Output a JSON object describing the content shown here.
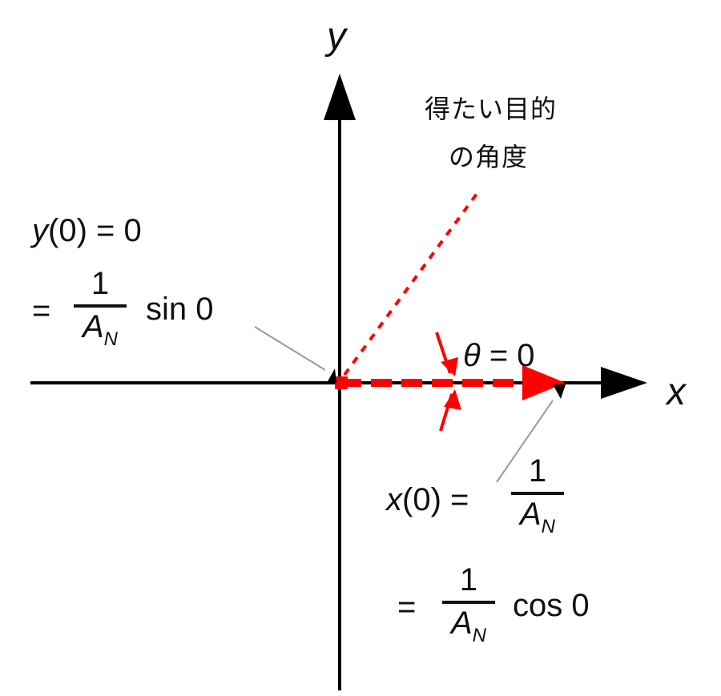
{
  "axes": {
    "x_label": "x",
    "y_label": "y"
  },
  "target_angle_label": {
    "line1": "得たい目的",
    "line2": "の角度"
  },
  "theta_label": "θ = 0",
  "y_value": {
    "line1": "y(0) = 0",
    "equals": "=",
    "numerator": "1",
    "denominator": "A",
    "denominator_sub": "N",
    "func": "sin 0"
  },
  "x_value": {
    "lhs": "x(0) =",
    "numerator": "1",
    "denominator": "A",
    "denominator_sub": "N",
    "equals": "=",
    "numerator2": "1",
    "denominator2": "A",
    "denominator2_sub": "N",
    "func": "cos 0"
  },
  "colors": {
    "axis": "#000000",
    "vector": "#ff0000",
    "leader": "#999999"
  }
}
